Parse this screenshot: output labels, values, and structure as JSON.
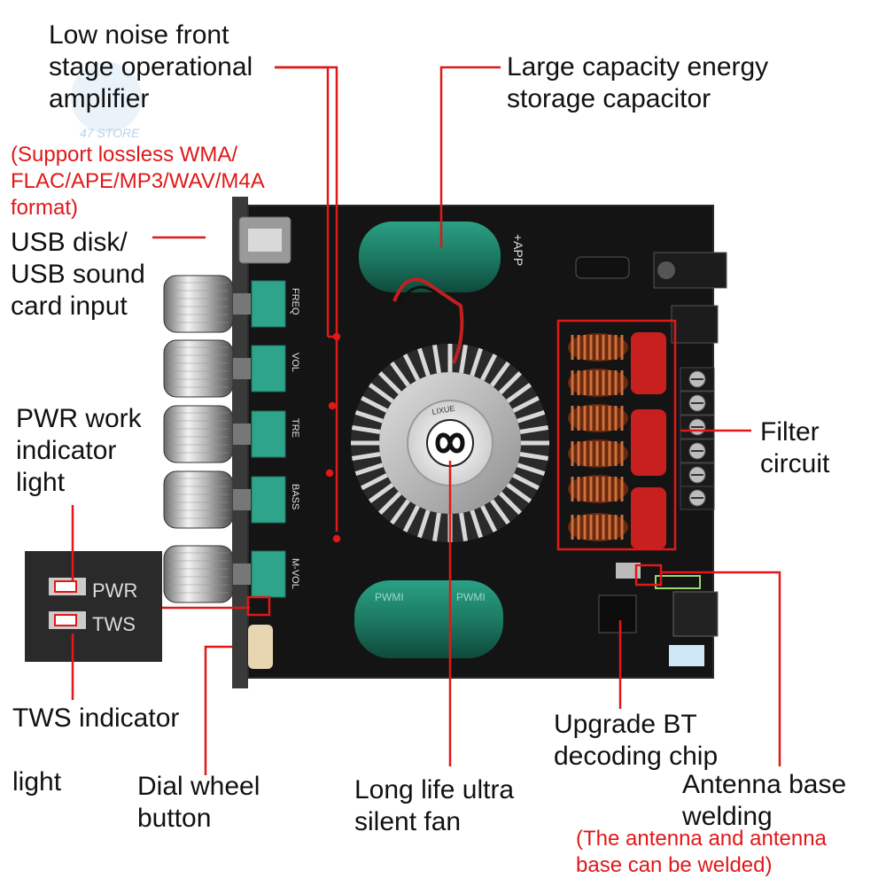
{
  "watermark": "47 STORE",
  "labels": {
    "opamp": "Low noise front\nstage operational\namplifier",
    "lossless_note": "(Support lossless WMA/\nFLAC/APE/MP3/WAV/M4A\nformat)",
    "usb": "USB disk/\nUSB sound\ncard input",
    "pwr": "PWR work\nindicator\nlight",
    "tws": "TWS indicator\n\nlight",
    "dial": "Dial wheel\nbutton",
    "fan": "Long life ultra\nsilent fan",
    "capacitor": "Large capacity energy\nstorage capacitor",
    "filter": "Filter\ncircuit",
    "bt": "Upgrade BT\ndecoding chip",
    "antenna": "Antenna base\nwelding",
    "antenna_note": "(The antenna and antenna\nbase can be welded)"
  },
  "board_text": {
    "knob_labels": [
      "FREQ",
      "VOL",
      "TRE",
      "BASS",
      "M-VOL"
    ],
    "app": "+APP",
    "pwr": "PWR",
    "tws": "TWS",
    "fan_brand": "LIXUE",
    "cap_text": "PWMI"
  },
  "colors": {
    "accent_red": "#e01818",
    "board": "#141414",
    "capacitor": "#1f7a64"
  }
}
